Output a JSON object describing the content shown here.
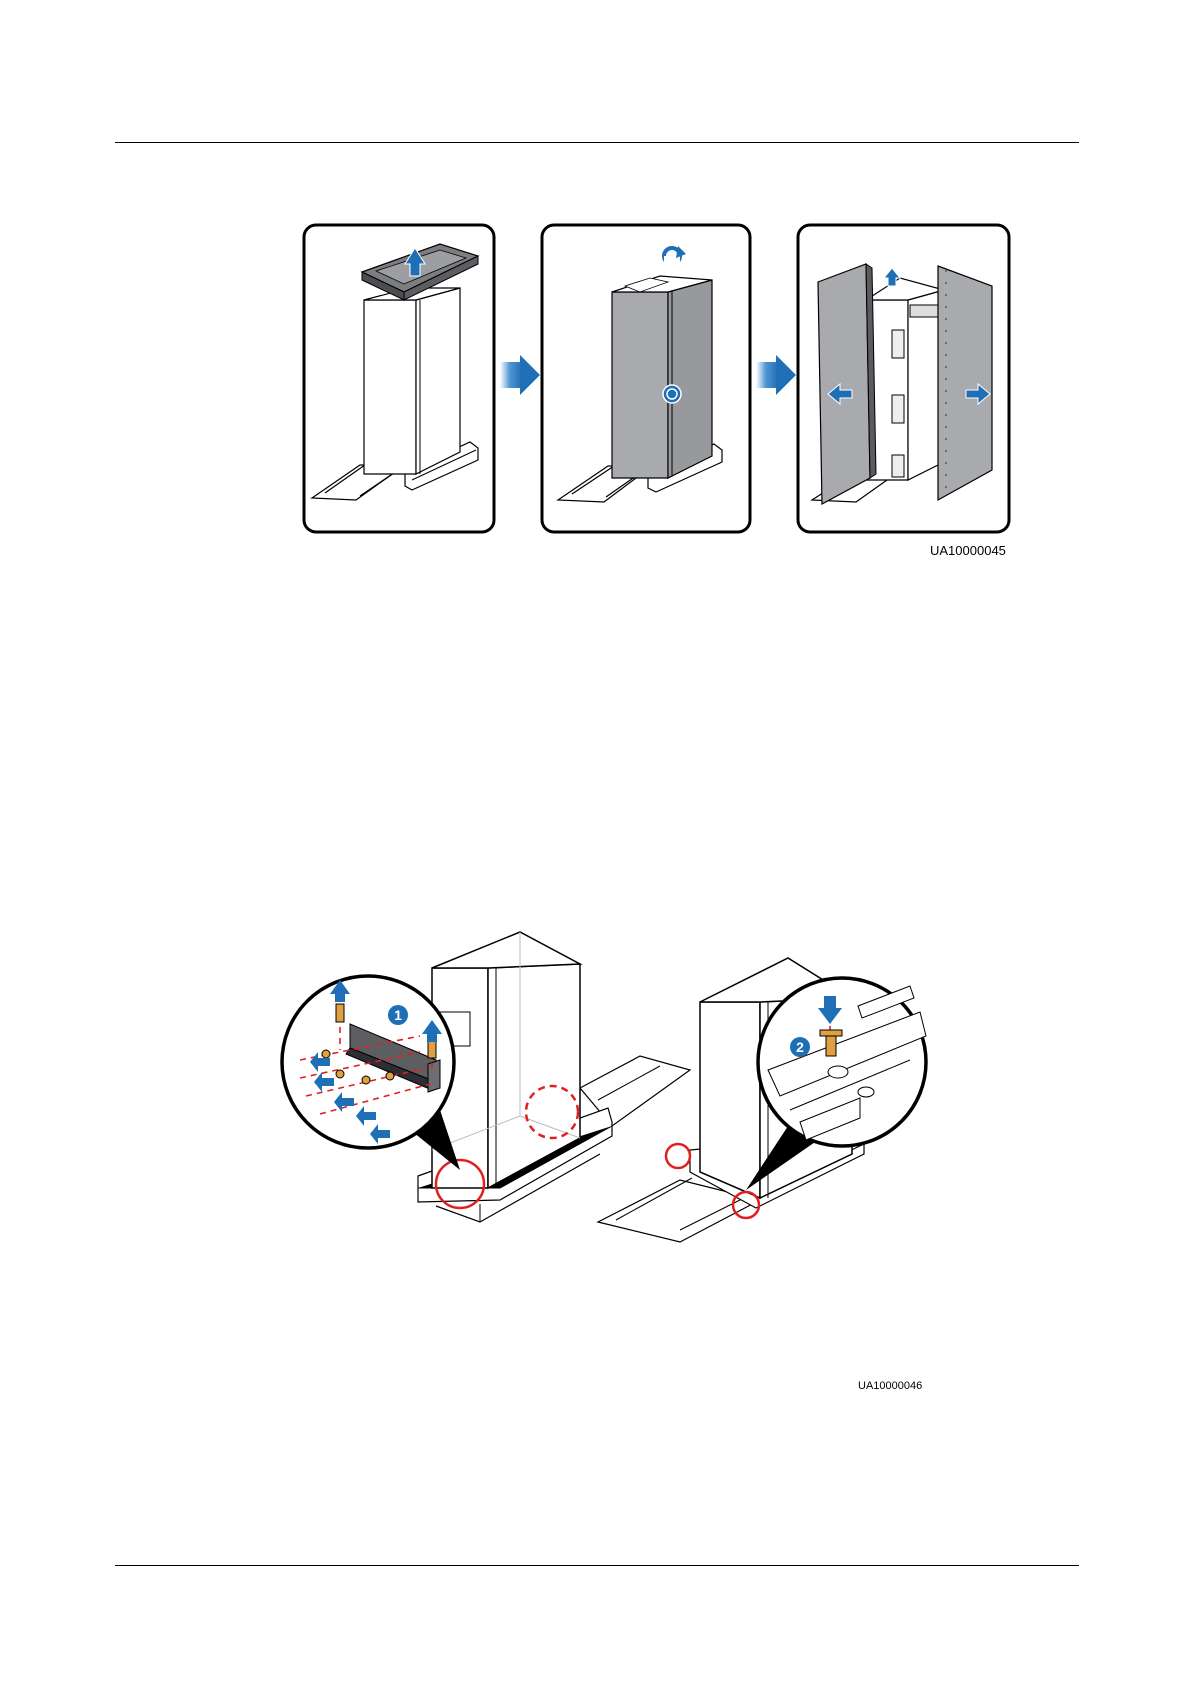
{
  "figure_top": {
    "id_label": "UA10000045",
    "panels": [
      "lift-top-cover",
      "remove-front-cover",
      "remove-side-covers"
    ]
  },
  "figure_bottom": {
    "id_label": "UA10000046",
    "callouts": [
      "1",
      "2"
    ]
  },
  "colors": {
    "arrow_blue": "#1f6fb6",
    "panel_gray": "#a9aaad",
    "dark_gray": "#5a5b5e",
    "bolt_orange": "#e0a040",
    "callout_red": "#e02020",
    "line": "#000000"
  }
}
